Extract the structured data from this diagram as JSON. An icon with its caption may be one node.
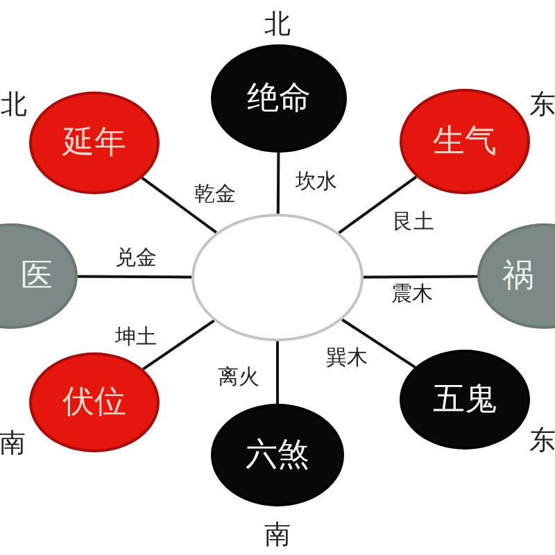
{
  "diagram": {
    "nodes": [
      {
        "text": [
          "绝命"
        ],
        "beside": [
          "北"
        ]
      },
      {
        "text": [
          "延年"
        ],
        "beside": [
          "北"
        ]
      },
      {
        "text": [
          "生气"
        ],
        "beside": [
          "东"
        ]
      },
      {
        "text": [
          "医"
        ]
      },
      {
        "text": [],
        "shape": "circle"
      },
      {
        "text": [
          "祸"
        ]
      },
      {
        "text": [
          "伏位"
        ],
        "beside": [
          "南"
        ]
      },
      {
        "text": [
          "五鬼"
        ],
        "beside": [
          "东"
        ]
      },
      {
        "text": [
          "六煞"
        ],
        "beside": [
          "南"
        ]
      }
    ],
    "edges": [
      {
        "from": 4,
        "to": 1,
        "arrow": "none",
        "label": "乾金"
      },
      {
        "from": 4,
        "to": 0,
        "arrow": "none",
        "label": "坎水"
      },
      {
        "from": 4,
        "to": 2,
        "arrow": "none",
        "label": "艮土"
      },
      {
        "from": 4,
        "to": 3,
        "arrow": "none",
        "label": "兑金"
      },
      {
        "from": 4,
        "to": 5,
        "arrow": "none",
        "label": "震木"
      },
      {
        "from": 4,
        "to": 6,
        "arrow": "none",
        "label": "坤土"
      },
      {
        "from": 4,
        "to": 8,
        "arrow": "none",
        "label": "离火"
      },
      {
        "from": 4,
        "to": 7,
        "arrow": "none",
        "label": "巽木"
      }
    ]
  }
}
